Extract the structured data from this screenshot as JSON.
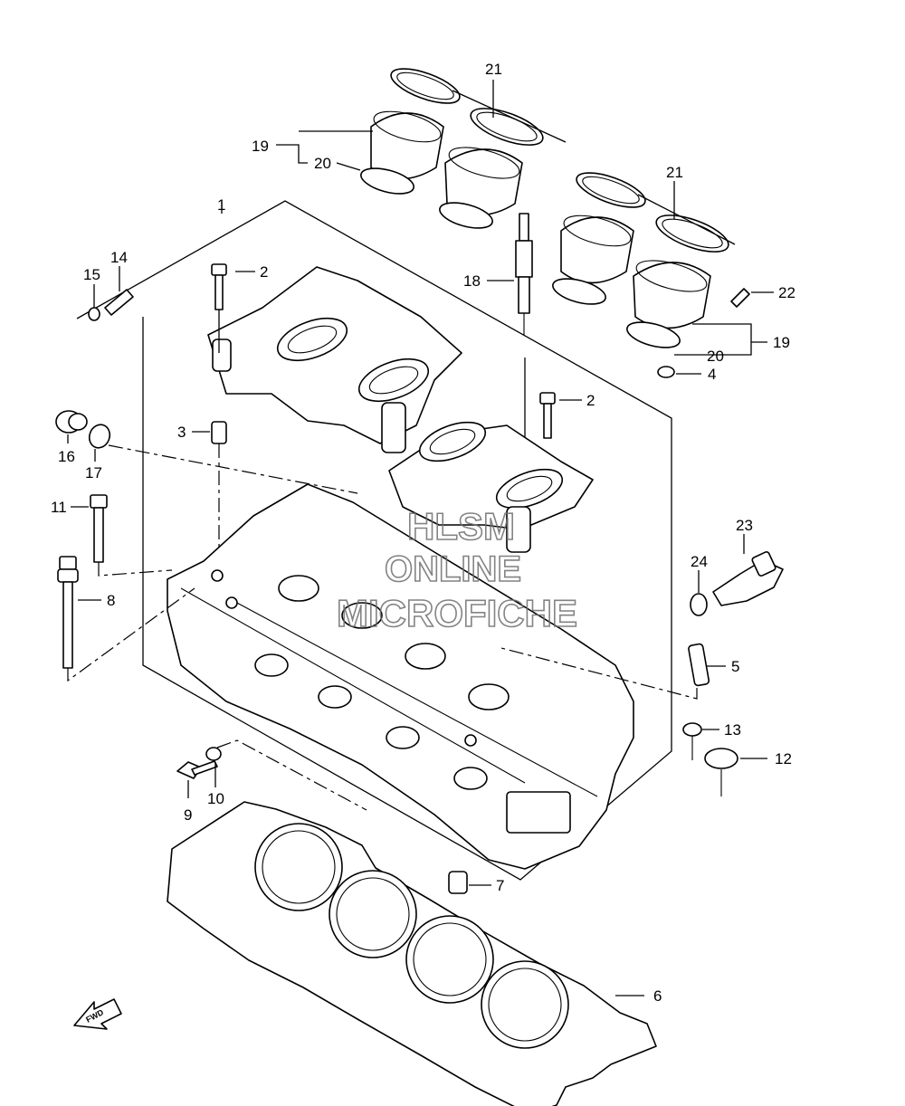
{
  "diagram": {
    "callouts": [
      {
        "id": "c1",
        "label": "1"
      },
      {
        "id": "c2a",
        "label": "2"
      },
      {
        "id": "c2b",
        "label": "2"
      },
      {
        "id": "c3",
        "label": "3"
      },
      {
        "id": "c4",
        "label": "4"
      },
      {
        "id": "c5",
        "label": "5"
      },
      {
        "id": "c6",
        "label": "6"
      },
      {
        "id": "c7",
        "label": "7"
      },
      {
        "id": "c8",
        "label": "8"
      },
      {
        "id": "c9",
        "label": "9"
      },
      {
        "id": "c10",
        "label": "10"
      },
      {
        "id": "c11",
        "label": "11"
      },
      {
        "id": "c12",
        "label": "12"
      },
      {
        "id": "c13",
        "label": "13"
      },
      {
        "id": "c14",
        "label": "14"
      },
      {
        "id": "c15",
        "label": "15"
      },
      {
        "id": "c16",
        "label": "16"
      },
      {
        "id": "c17",
        "label": "17"
      },
      {
        "id": "c18",
        "label": "18"
      },
      {
        "id": "c19a",
        "label": "19"
      },
      {
        "id": "c19b",
        "label": "19"
      },
      {
        "id": "c20a",
        "label": "20"
      },
      {
        "id": "c20b",
        "label": "20"
      },
      {
        "id": "c21a",
        "label": "21"
      },
      {
        "id": "c21b",
        "label": "21"
      },
      {
        "id": "c22",
        "label": "22"
      },
      {
        "id": "c23",
        "label": "23"
      },
      {
        "id": "c24",
        "label": "24"
      }
    ],
    "watermark": [
      "HLSM",
      "ONLINE",
      "MICROFICHE"
    ],
    "direction_arrow": "FWD"
  }
}
